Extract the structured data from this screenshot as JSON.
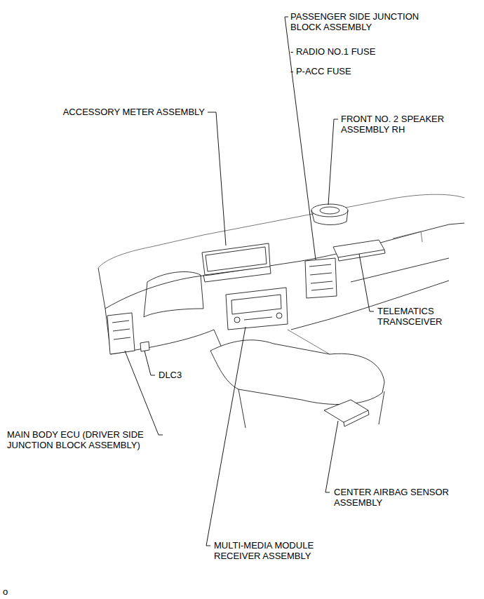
{
  "diagram": {
    "labels": [
      "PASSENGER SIDE JUNCTION BLOCK ASSEMBLY",
      "- RADIO NO.1 FUSE",
      "- P-ACC FUSE",
      "ACCESSORY METER ASSEMBLY",
      "FRONT NO. 2 SPEAKER ASSEMBLY RH",
      "TELEMATICS TRANSCEIVER",
      "DLC3",
      "MAIN BODY ECU (DRIVER SIDE JUNCTION BLOCK ASSEMBLY)",
      "CENTER AIRBAG SENSOR ASSEMBLY",
      "MULTI-MEDIA MODULE RECEIVER ASSEMBLY",
      "o"
    ]
  }
}
